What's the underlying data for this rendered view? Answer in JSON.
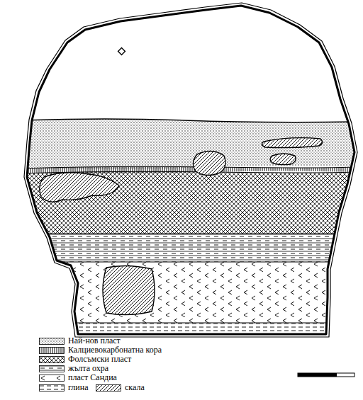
{
  "diagram": {
    "legend": [
      {
        "text": "Най-нов пласт"
      },
      {
        "text": "Калциевокарбонатна кора"
      },
      {
        "text": "Фолсъмски пласт"
      },
      {
        "text": "жълта охра"
      },
      {
        "text": "пласт Сандиа"
      },
      {
        "text": "глина"
      },
      {
        "text": "скала"
      }
    ]
  }
}
